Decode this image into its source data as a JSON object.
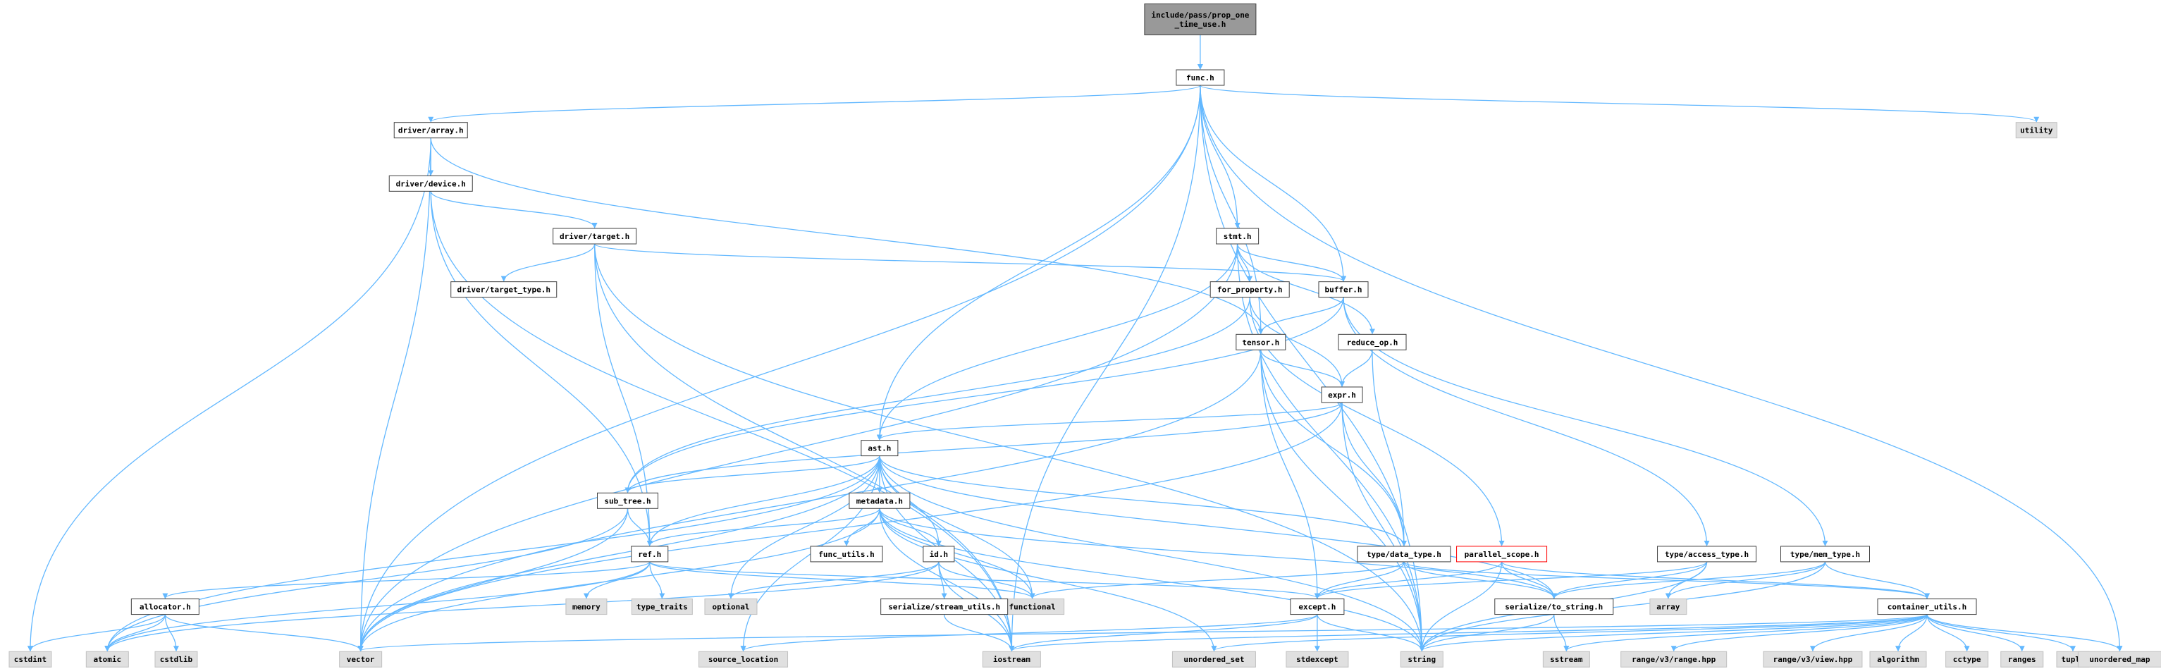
{
  "colors": {
    "edge": "#63b8ff",
    "node_border": "#404040",
    "node_fill": "#ffffff",
    "system_fill": "#e0e0e0",
    "system_border": "#c0c0c0",
    "root_fill": "#999999",
    "highlight_border": "#ff0000"
  },
  "nodes": [
    {
      "id": "root",
      "lines": [
        "include/pass/prop_one",
        "_time_use.h"
      ],
      "style": "root"
    },
    {
      "id": "func",
      "lines": [
        "func.h"
      ],
      "style": "normal"
    },
    {
      "id": "driver_array",
      "lines": [
        "driver/array.h"
      ],
      "style": "normal"
    },
    {
      "id": "utility",
      "lines": [
        "utility"
      ],
      "style": "system"
    },
    {
      "id": "driver_device",
      "lines": [
        "driver/device.h"
      ],
      "style": "normal"
    },
    {
      "id": "driver_target",
      "lines": [
        "driver/target.h"
      ],
      "style": "normal"
    },
    {
      "id": "stmt",
      "lines": [
        "stmt.h"
      ],
      "style": "normal"
    },
    {
      "id": "driver_target_type",
      "lines": [
        "driver/target_type.h"
      ],
      "style": "normal"
    },
    {
      "id": "for_property",
      "lines": [
        "for_property.h"
      ],
      "style": "normal"
    },
    {
      "id": "buffer",
      "lines": [
        "buffer.h"
      ],
      "style": "normal"
    },
    {
      "id": "tensor",
      "lines": [
        "tensor.h"
      ],
      "style": "normal"
    },
    {
      "id": "reduce_op",
      "lines": [
        "reduce_op.h"
      ],
      "style": "normal"
    },
    {
      "id": "expr",
      "lines": [
        "expr.h"
      ],
      "style": "normal"
    },
    {
      "id": "ast",
      "lines": [
        "ast.h"
      ],
      "style": "normal"
    },
    {
      "id": "sub_tree",
      "lines": [
        "sub_tree.h"
      ],
      "style": "normal"
    },
    {
      "id": "metadata",
      "lines": [
        "metadata.h"
      ],
      "style": "normal"
    },
    {
      "id": "ref",
      "lines": [
        "ref.h"
      ],
      "style": "normal"
    },
    {
      "id": "func_utils",
      "lines": [
        "func_utils.h"
      ],
      "style": "normal"
    },
    {
      "id": "id",
      "lines": [
        "id.h"
      ],
      "style": "normal"
    },
    {
      "id": "data_type",
      "lines": [
        "type/data_type.h"
      ],
      "style": "normal"
    },
    {
      "id": "parallel_scope",
      "lines": [
        "parallel_scope.h"
      ],
      "style": "highlight"
    },
    {
      "id": "access_type",
      "lines": [
        "type/access_type.h"
      ],
      "style": "normal"
    },
    {
      "id": "mem_type",
      "lines": [
        "type/mem_type.h"
      ],
      "style": "normal"
    },
    {
      "id": "allocator",
      "lines": [
        "allocator.h"
      ],
      "style": "normal"
    },
    {
      "id": "memory",
      "lines": [
        "memory"
      ],
      "style": "system"
    },
    {
      "id": "type_traits",
      "lines": [
        "type_traits"
      ],
      "style": "system"
    },
    {
      "id": "optional",
      "lines": [
        "optional"
      ],
      "style": "system"
    },
    {
      "id": "functional",
      "lines": [
        "functional"
      ],
      "style": "system"
    },
    {
      "id": "stream_utils",
      "lines": [
        "serialize/stream_utils.h"
      ],
      "style": "normal"
    },
    {
      "id": "except",
      "lines": [
        "except.h"
      ],
      "style": "normal"
    },
    {
      "id": "to_string",
      "lines": [
        "serialize/to_string.h"
      ],
      "style": "normal"
    },
    {
      "id": "array",
      "lines": [
        "array"
      ],
      "style": "system"
    },
    {
      "id": "container_utils",
      "lines": [
        "container_utils.h"
      ],
      "style": "normal"
    },
    {
      "id": "cstdint",
      "lines": [
        "cstdint"
      ],
      "style": "system"
    },
    {
      "id": "atomic",
      "lines": [
        "atomic"
      ],
      "style": "system"
    },
    {
      "id": "cstdlib",
      "lines": [
        "cstdlib"
      ],
      "style": "system"
    },
    {
      "id": "vector",
      "lines": [
        "vector"
      ],
      "style": "system"
    },
    {
      "id": "source_location",
      "lines": [
        "source_location"
      ],
      "style": "system"
    },
    {
      "id": "iostream",
      "lines": [
        "iostream"
      ],
      "style": "system"
    },
    {
      "id": "unordered_set",
      "lines": [
        "unordered_set"
      ],
      "style": "system"
    },
    {
      "id": "stdexcept",
      "lines": [
        "stdexcept"
      ],
      "style": "system"
    },
    {
      "id": "string",
      "lines": [
        "string"
      ],
      "style": "system"
    },
    {
      "id": "sstream",
      "lines": [
        "sstream"
      ],
      "style": "system"
    },
    {
      "id": "range_hpp",
      "lines": [
        "range/v3/range.hpp"
      ],
      "style": "system"
    },
    {
      "id": "view_hpp",
      "lines": [
        "range/v3/view.hpp"
      ],
      "style": "system"
    },
    {
      "id": "algorithm",
      "lines": [
        "algorithm"
      ],
      "style": "system"
    },
    {
      "id": "cctype",
      "lines": [
        "cctype"
      ],
      "style": "system"
    },
    {
      "id": "ranges",
      "lines": [
        "ranges"
      ],
      "style": "system"
    },
    {
      "id": "tuple",
      "lines": [
        "tuple"
      ],
      "style": "system"
    },
    {
      "id": "unordered_map",
      "lines": [
        "unordered_map"
      ],
      "style": "system"
    }
  ],
  "edges": [
    [
      "root",
      "func"
    ],
    [
      "func",
      "driver_array"
    ],
    [
      "func",
      "utility"
    ],
    [
      "func",
      "stmt"
    ],
    [
      "func",
      "buffer"
    ],
    [
      "func",
      "tensor"
    ],
    [
      "func",
      "ast"
    ],
    [
      "func",
      "vector"
    ],
    [
      "func",
      "iostream"
    ],
    [
      "func",
      "string"
    ],
    [
      "func",
      "unordered_map"
    ],
    [
      "driver_array",
      "driver_device"
    ],
    [
      "driver_array",
      "tensor"
    ],
    [
      "driver_array",
      "vector"
    ],
    [
      "driver_array",
      "cstdint"
    ],
    [
      "driver_device",
      "driver_target"
    ],
    [
      "driver_device",
      "ref"
    ],
    [
      "driver_device",
      "iostream"
    ],
    [
      "driver_target",
      "driver_target_type"
    ],
    [
      "driver_target",
      "buffer"
    ],
    [
      "driver_target",
      "ref"
    ],
    [
      "driver_target",
      "string"
    ],
    [
      "driver_target",
      "iostream"
    ],
    [
      "stmt",
      "for_property"
    ],
    [
      "stmt",
      "buffer"
    ],
    [
      "stmt",
      "reduce_op"
    ],
    [
      "stmt",
      "ast"
    ],
    [
      "stmt",
      "vector"
    ],
    [
      "stmt",
      "string"
    ],
    [
      "for_property",
      "parallel_scope"
    ],
    [
      "for_property",
      "expr"
    ],
    [
      "for_property",
      "sub_tree"
    ],
    [
      "buffer",
      "tensor"
    ],
    [
      "buffer",
      "access_type"
    ],
    [
      "buffer",
      "mem_type"
    ],
    [
      "buffer",
      "sub_tree"
    ],
    [
      "tensor",
      "expr"
    ],
    [
      "tensor",
      "data_type"
    ],
    [
      "tensor",
      "except"
    ],
    [
      "tensor",
      "string"
    ],
    [
      "tensor",
      "vector"
    ],
    [
      "reduce_op",
      "expr"
    ],
    [
      "reduce_op",
      "data_type"
    ],
    [
      "expr",
      "ast"
    ],
    [
      "expr",
      "data_type"
    ],
    [
      "expr",
      "sub_tree"
    ],
    [
      "expr",
      "string"
    ],
    [
      "expr",
      "vector"
    ],
    [
      "ast",
      "metadata"
    ],
    [
      "ast",
      "sub_tree"
    ],
    [
      "ast",
      "ref"
    ],
    [
      "ast",
      "id"
    ],
    [
      "ast",
      "data_type"
    ],
    [
      "ast",
      "to_string"
    ],
    [
      "ast",
      "optional"
    ],
    [
      "ast",
      "functional"
    ],
    [
      "ast",
      "atomic"
    ],
    [
      "ast",
      "vector"
    ],
    [
      "ast",
      "iostream"
    ],
    [
      "ast",
      "string"
    ],
    [
      "ast",
      "source_location"
    ],
    [
      "sub_tree",
      "ref"
    ],
    [
      "sub_tree",
      "atomic"
    ],
    [
      "sub_tree",
      "vector"
    ],
    [
      "metadata",
      "ref"
    ],
    [
      "metadata",
      "func_utils"
    ],
    [
      "metadata",
      "id"
    ],
    [
      "metadata",
      "to_string"
    ],
    [
      "metadata",
      "string"
    ],
    [
      "metadata",
      "vector"
    ],
    [
      "metadata",
      "iostream"
    ],
    [
      "metadata",
      "unordered_set"
    ],
    [
      "metadata",
      "functional"
    ],
    [
      "ref",
      "allocator"
    ],
    [
      "ref",
      "memory"
    ],
    [
      "ref",
      "type_traits"
    ],
    [
      "ref",
      "except"
    ],
    [
      "ref",
      "atomic"
    ],
    [
      "ref",
      "functional"
    ],
    [
      "allocator",
      "cstdint"
    ],
    [
      "allocator",
      "atomic"
    ],
    [
      "allocator",
      "cstdlib"
    ],
    [
      "allocator",
      "vector"
    ],
    [
      "id",
      "stream_utils"
    ],
    [
      "id",
      "functional"
    ],
    [
      "id",
      "atomic"
    ],
    [
      "id",
      "iostream"
    ],
    [
      "id",
      "optional"
    ],
    [
      "stream_utils",
      "iostream"
    ],
    [
      "data_type",
      "except"
    ],
    [
      "data_type",
      "to_string"
    ],
    [
      "data_type",
      "container_utils"
    ],
    [
      "data_type",
      "functional"
    ],
    [
      "parallel_scope",
      "except"
    ],
    [
      "parallel_scope",
      "to_string"
    ],
    [
      "parallel_scope",
      "container_utils"
    ],
    [
      "parallel_scope",
      "string"
    ],
    [
      "access_type",
      "to_string"
    ],
    [
      "access_type",
      "array"
    ],
    [
      "access_type",
      "string"
    ],
    [
      "access_type",
      "except"
    ],
    [
      "mem_type",
      "to_string"
    ],
    [
      "mem_type",
      "array"
    ],
    [
      "mem_type",
      "string"
    ],
    [
      "mem_type",
      "container_utils"
    ],
    [
      "except",
      "stdexcept"
    ],
    [
      "except",
      "string"
    ],
    [
      "except",
      "source_location"
    ],
    [
      "except",
      "iostream"
    ],
    [
      "to_string",
      "sstream"
    ],
    [
      "to_string",
      "string"
    ],
    [
      "container_utils",
      "algorithm"
    ],
    [
      "container_utils",
      "cctype"
    ],
    [
      "container_utils",
      "ranges"
    ],
    [
      "container_utils",
      "tuple"
    ],
    [
      "container_utils",
      "unordered_map"
    ],
    [
      "container_utils",
      "vector"
    ],
    [
      "container_utils",
      "iostream"
    ],
    [
      "container_utils",
      "string"
    ],
    [
      "container_utils",
      "sstream"
    ],
    [
      "container_utils",
      "range_hpp"
    ],
    [
      "container_utils",
      "view_hpp"
    ],
    [
      "container_utils",
      "unordered_set"
    ]
  ]
}
